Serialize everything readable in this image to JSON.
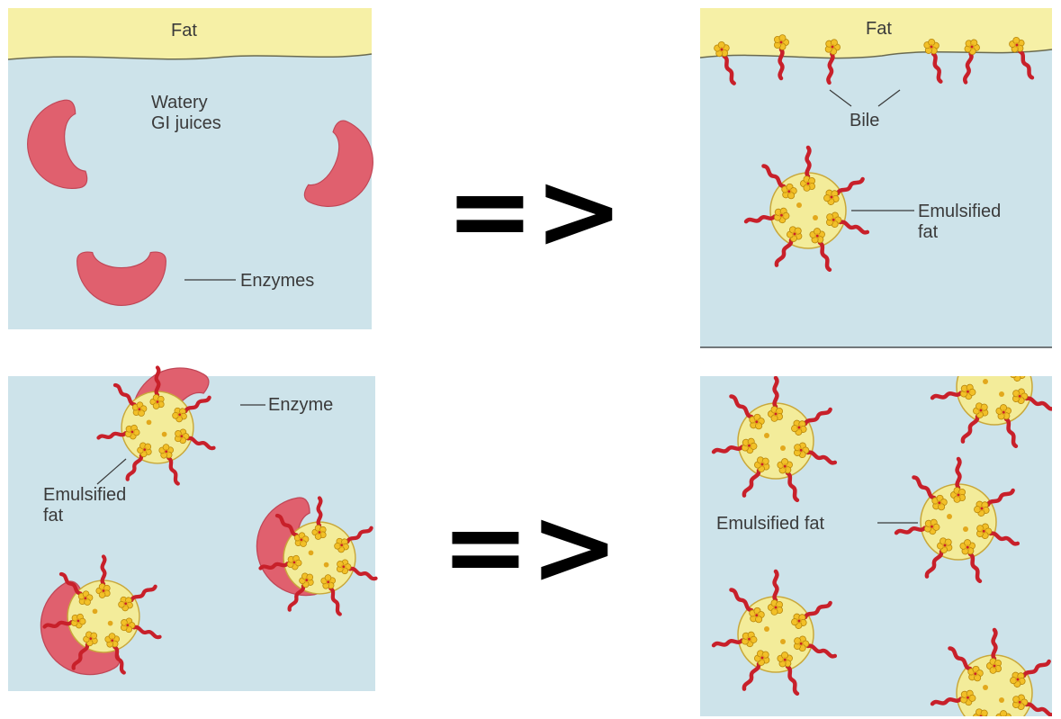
{
  "panels": {
    "top_left": {
      "fat_label": "Fat",
      "juice_label_line1": "Watery",
      "juice_label_line2": "GI juices",
      "enzymes_label": "Enzymes"
    },
    "top_right": {
      "fat_label": "Fat",
      "bile_label": "Bile",
      "emulsified_line1": "Emulsified",
      "emulsified_line2": "fat"
    },
    "bottom_left": {
      "enzyme_label": "Enzyme",
      "emulsified_line1": "Emulsified",
      "emulsified_line2": "fat"
    },
    "bottom_right": {
      "emulsified_label": "Emulsified fat"
    }
  },
  "arrows": {
    "top": "=>",
    "bottom": "=>"
  },
  "colors": {
    "water": "#cde3ea",
    "fat_layer": "#f6f0a6",
    "enzyme": "#e0606e",
    "droplet": "#f3ec9a",
    "bile_tail": "#c8202a",
    "bile_head": "#f2c028"
  }
}
